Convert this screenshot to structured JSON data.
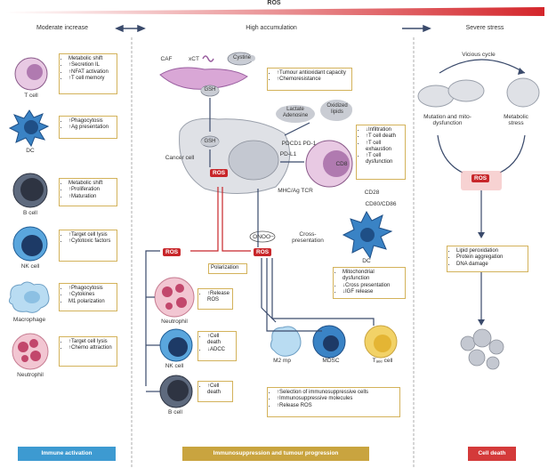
{
  "top": {
    "title": "ROS"
  },
  "headers": {
    "moderate": "Moderate increase",
    "high": "High accumulation",
    "severe": "Severe stress"
  },
  "left_cells": [
    {
      "name": "T cell",
      "bullets": [
        "Metabolic shift",
        "↑Secretion IL",
        "↑NFAT activation",
        "↑T cell memory"
      ]
    },
    {
      "name": "DC",
      "bullets": [
        "↑Phagocytosis",
        "↑Ag presentation"
      ]
    },
    {
      "name": "B cell",
      "bullets": [
        "Metabolic shift",
        "↑Proliferation",
        "↑Maturation"
      ]
    },
    {
      "name": "NK cell",
      "bullets": [
        "↑Target cell lysis",
        "↑Cytotoxic factors"
      ]
    },
    {
      "name": "Macrophage",
      "bullets": [
        "↑Phagocytosis",
        "↑Cytokines",
        "M1 polarization"
      ]
    },
    {
      "name": "Neutrophil",
      "bullets": [
        "↑Target cell lysis",
        "↑Chemo attraction"
      ]
    }
  ],
  "middle": {
    "caf": "CAF",
    "xct": "xCT",
    "cystine": "Cystine",
    "gsh_caf": "GSH",
    "caf_box": [
      "↑Tumour antioxidant capacity",
      "↑Chemoresistance"
    ],
    "lactate": "Lactate Adenosine",
    "oxidized_lipids": "Oxidized lipids",
    "gsh_cancer": "GSH",
    "cancer_cell": "Cancer cell",
    "ros_cancer": "ROS",
    "pdl1_top": "PDCD1 PD-1",
    "pdl1": "PD-L1",
    "mhc": "MHC/Ag TCR",
    "cd8": "CD8",
    "cd28": "CD28",
    "cd80": "CD80/CD86",
    "tcell_box": [
      "↓Infiltration",
      "↑T cell death",
      "↑T cell exhaustion",
      "↑T cell dysfunction"
    ],
    "onoo": "ONOO−",
    "cross": "Cross-presentation",
    "dc_label": "DC",
    "dc_box": [
      "Mitochondrial dysfunction",
      "↓Cross presentation",
      "↓IGF release"
    ],
    "ros_left": "ROS",
    "ros_mid": "ROS",
    "polarization": "Polarization",
    "neutrophil": "Neutrophil",
    "neutrophil_box": [
      "↑Release ROS"
    ],
    "nk": "NK cell",
    "nk_box": [
      "↑Cell death",
      "↓ADCC"
    ],
    "bcell": "B cell",
    "bcell_box": [
      "↑Cell death"
    ],
    "m2": "M2 mp",
    "mdsc": "MDSC",
    "treg": "Tₐₑₑ cell",
    "supp_box": [
      "↑Selection of immunosuppressive cells",
      "↑Immunosuppressive molecules",
      "↑Release ROS"
    ]
  },
  "right": {
    "vicious": "Vicious cycle",
    "mutation": "Mutation and mito-dysfunction",
    "metabolic": "Metabolic stress",
    "ros": "ROS",
    "box": [
      "Lipid peroxidation",
      "Protein aggregation",
      "DNA damage"
    ]
  },
  "footers": {
    "left": "Immune activation",
    "middle": "Immunosuppression and tumour progression",
    "right": "Cell death"
  },
  "colors": {
    "ros_red": "#c8262a",
    "footer_blue": "#3d9ad1",
    "footer_gold": "#c9a43f",
    "footer_red": "#d43a3a",
    "box_border": "#d3b25a",
    "nav": "#3a4a6b"
  }
}
